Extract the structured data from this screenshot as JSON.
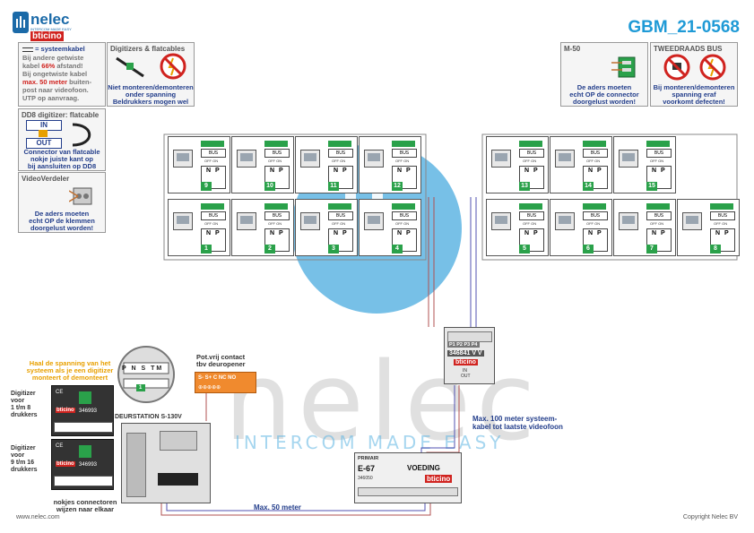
{
  "header": {
    "logo_name": "nelec",
    "logo_sub": "INTERCOM MADE EASY",
    "brand": "bticino",
    "title": "GBM_21-0568"
  },
  "legend": {
    "system_cable_label": "= systeemkabel",
    "system_cable_text1": "Bij andere getwiste",
    "system_cable_text2": "kabel",
    "system_cable_pct": "66%",
    "system_cable_text3": "afstand!",
    "system_cable_text4": "Bij ongetwiste kabel",
    "system_cable_max": "max. 50 meter",
    "system_cable_text5": "buiten-",
    "system_cable_text6": "post naar videofoon.",
    "system_cable_text7": "UTP op aanvraag.",
    "digitizers_title": "Digitizers & flatcables",
    "digitizers_warn1": "Niet monteren/demonteren",
    "digitizers_warn2": "onder spanning",
    "digitizers_warn3": "Beldrukkers mogen wel",
    "dd8_title": "DD8 digitizer: flatcable",
    "dd8_in": "IN",
    "dd8_out": "OUT",
    "dd8_text1": "Connector van flatcable",
    "dd8_text2": "nokje juiste kant op",
    "dd8_text3": "bij aansluiten op DD8",
    "vv_title": "VideoVerdeler",
    "vv_text1": "De aders moeten",
    "vv_text2": "echt OP de klemmen",
    "vv_text3": "doorgelust worden!",
    "m50_title": "M-50",
    "m50_text1": "De aders moeten",
    "m50_text2": "echt OP de connector",
    "m50_text3": "doorgelust worden!",
    "tweedraads_title": "TWEEDRAADS BUS",
    "tweedraads_text1": "Bij monteren/demonteren",
    "tweedraads_text2": "spanning eraf",
    "tweedraads_text3": "voorkomt defecten!"
  },
  "units_left": [
    {
      "num": "9"
    },
    {
      "num": "10"
    },
    {
      "num": "11"
    },
    {
      "num": "12"
    },
    {
      "num": "1"
    },
    {
      "num": "2"
    },
    {
      "num": "3"
    },
    {
      "num": "4"
    }
  ],
  "units_right": [
    {
      "num": "13"
    },
    {
      "num": "14"
    },
    {
      "num": "15"
    },
    {
      "num": "5"
    },
    {
      "num": "6"
    },
    {
      "num": "7"
    },
    {
      "num": "8"
    }
  ],
  "unit_labels": {
    "bus": "BUS",
    "offon": "OFF ON",
    "n": "N",
    "p": "P"
  },
  "distributor": {
    "ports": "P1 P2 P3 P4",
    "model": "346841",
    "vv": "V V",
    "brand": "bticino",
    "in": "IN",
    "out": "OUT"
  },
  "bottom": {
    "warning1": "Haal de spanning van het",
    "warning2": "systeem als je een digitizer",
    "warning3": "monteert of demonteert",
    "dig1_label1": "Digitizer",
    "dig1_label2": "voor",
    "dig1_label3": "1 t/m 8",
    "dig1_label4": "drukkers",
    "dig2_label1": "Digitizer",
    "dig2_label2": "voor",
    "dig2_label3": "9 t/m 16",
    "dig2_label4": "drukkers",
    "dig_model": "346993",
    "dig_brand": "bticino",
    "nokjes1": "nokjes connectoren",
    "nokjes2": "wijzen naar elkaar",
    "zoom_letters": "P N S TM",
    "zoom_num": "1",
    "deurstation": "DEURSTATION S-130V",
    "contact1": "Pot.vrij contact",
    "contact2": "tbv deuropener",
    "contact_pins": "S-  S+ C NC NO",
    "max50": "Max. 50 meter",
    "max100_1": "Max. 100 meter systeem-",
    "max100_2": "kabel tot laatste videofoon",
    "psu_primair": "PRIMAIR",
    "psu_model": "E-67",
    "psu_voeding": "VOEDING",
    "psu_part": "346050",
    "psu_brand": "bticino"
  },
  "watermark": {
    "word": "nelec",
    "sub": "INTERCOM MADE EASY"
  },
  "footer": {
    "left": "www.nelec.com",
    "right": "Copyright Nelec BV"
  }
}
